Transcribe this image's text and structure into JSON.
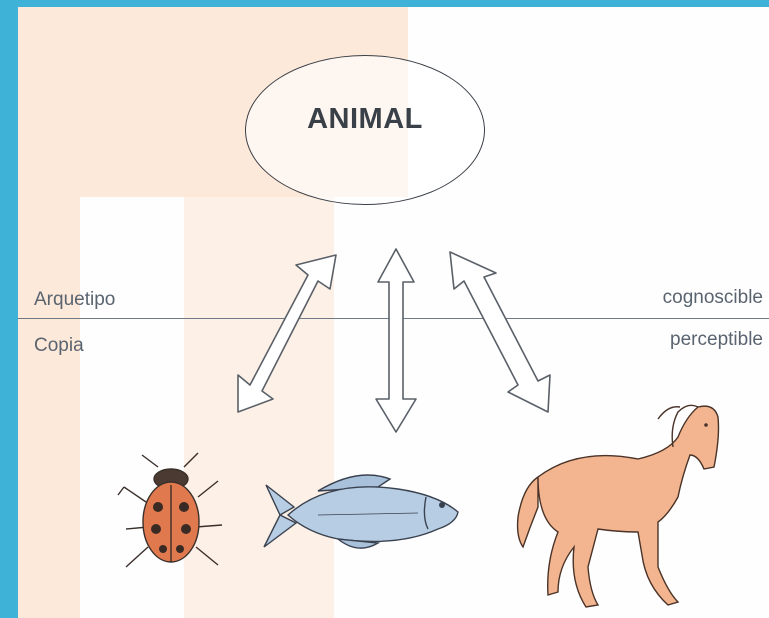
{
  "center_concept": "ANIMAL",
  "left_labels": {
    "top": "Arquetipo",
    "bottom": "Copia"
  },
  "right_labels": {
    "top": "cognoscible",
    "bottom": "perceptible"
  },
  "examples": [
    {
      "name": "ladybug-illustration"
    },
    {
      "name": "fish-illustration"
    },
    {
      "name": "horse-illustration"
    }
  ],
  "colors": {
    "background": "#3fb2d8",
    "watermark": "#fde9d9",
    "ladybug": "#e07a4e",
    "fish": "#b7cde3",
    "horse": "#f2b58f"
  }
}
